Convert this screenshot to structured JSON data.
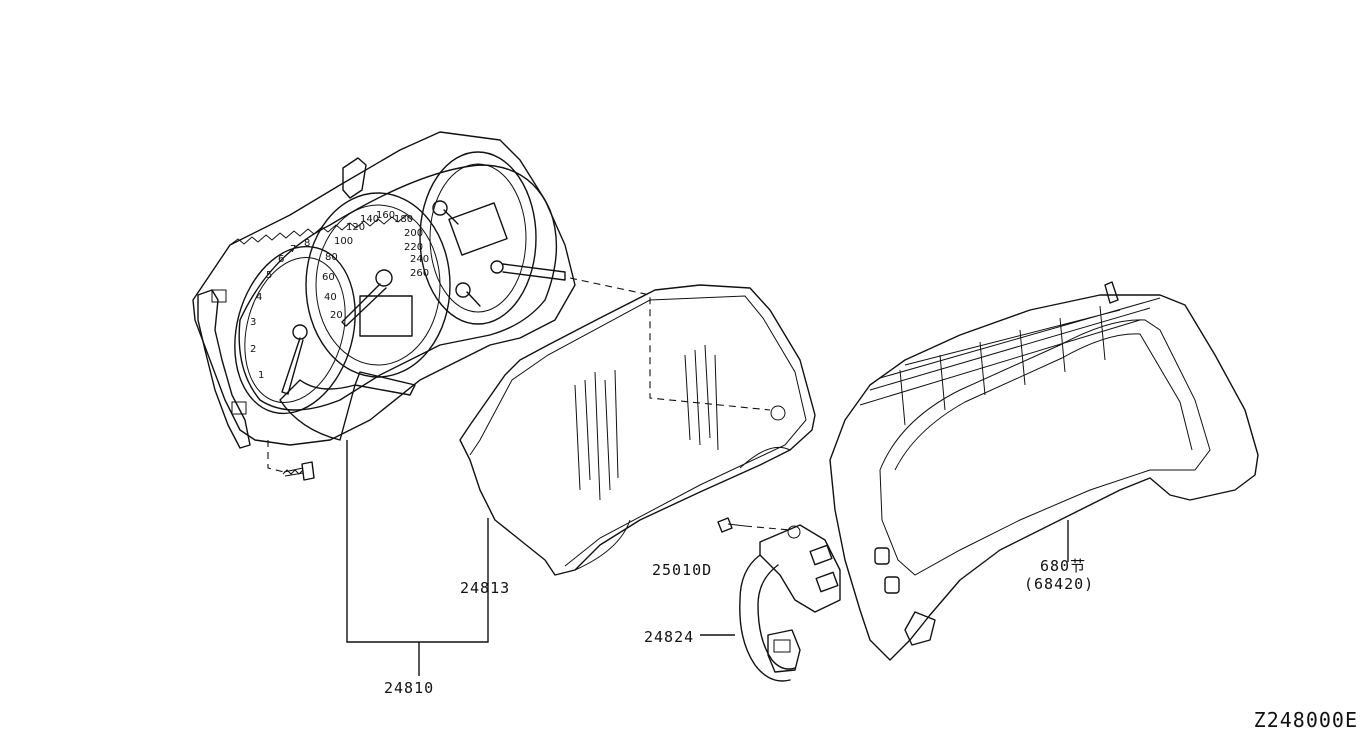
{
  "diagram_code": "Z248000E",
  "callouts": [
    {
      "id": "assembly",
      "text": "24810"
    },
    {
      "id": "glass",
      "text": "24813"
    },
    {
      "id": "screw",
      "text": "25010D"
    },
    {
      "id": "harness",
      "text": "24824"
    },
    {
      "id": "finisher",
      "text": "680节"
    },
    {
      "id": "finisher-alt",
      "text": "(68420)"
    }
  ],
  "speedometer_marks": [
    "20",
    "40",
    "60",
    "80",
    "100",
    "120",
    "140",
    "160",
    "180",
    "200",
    "220",
    "240",
    "260"
  ],
  "tachometer_marks": [
    "1",
    "2",
    "3",
    "4",
    "5",
    "6",
    "7",
    "8"
  ]
}
